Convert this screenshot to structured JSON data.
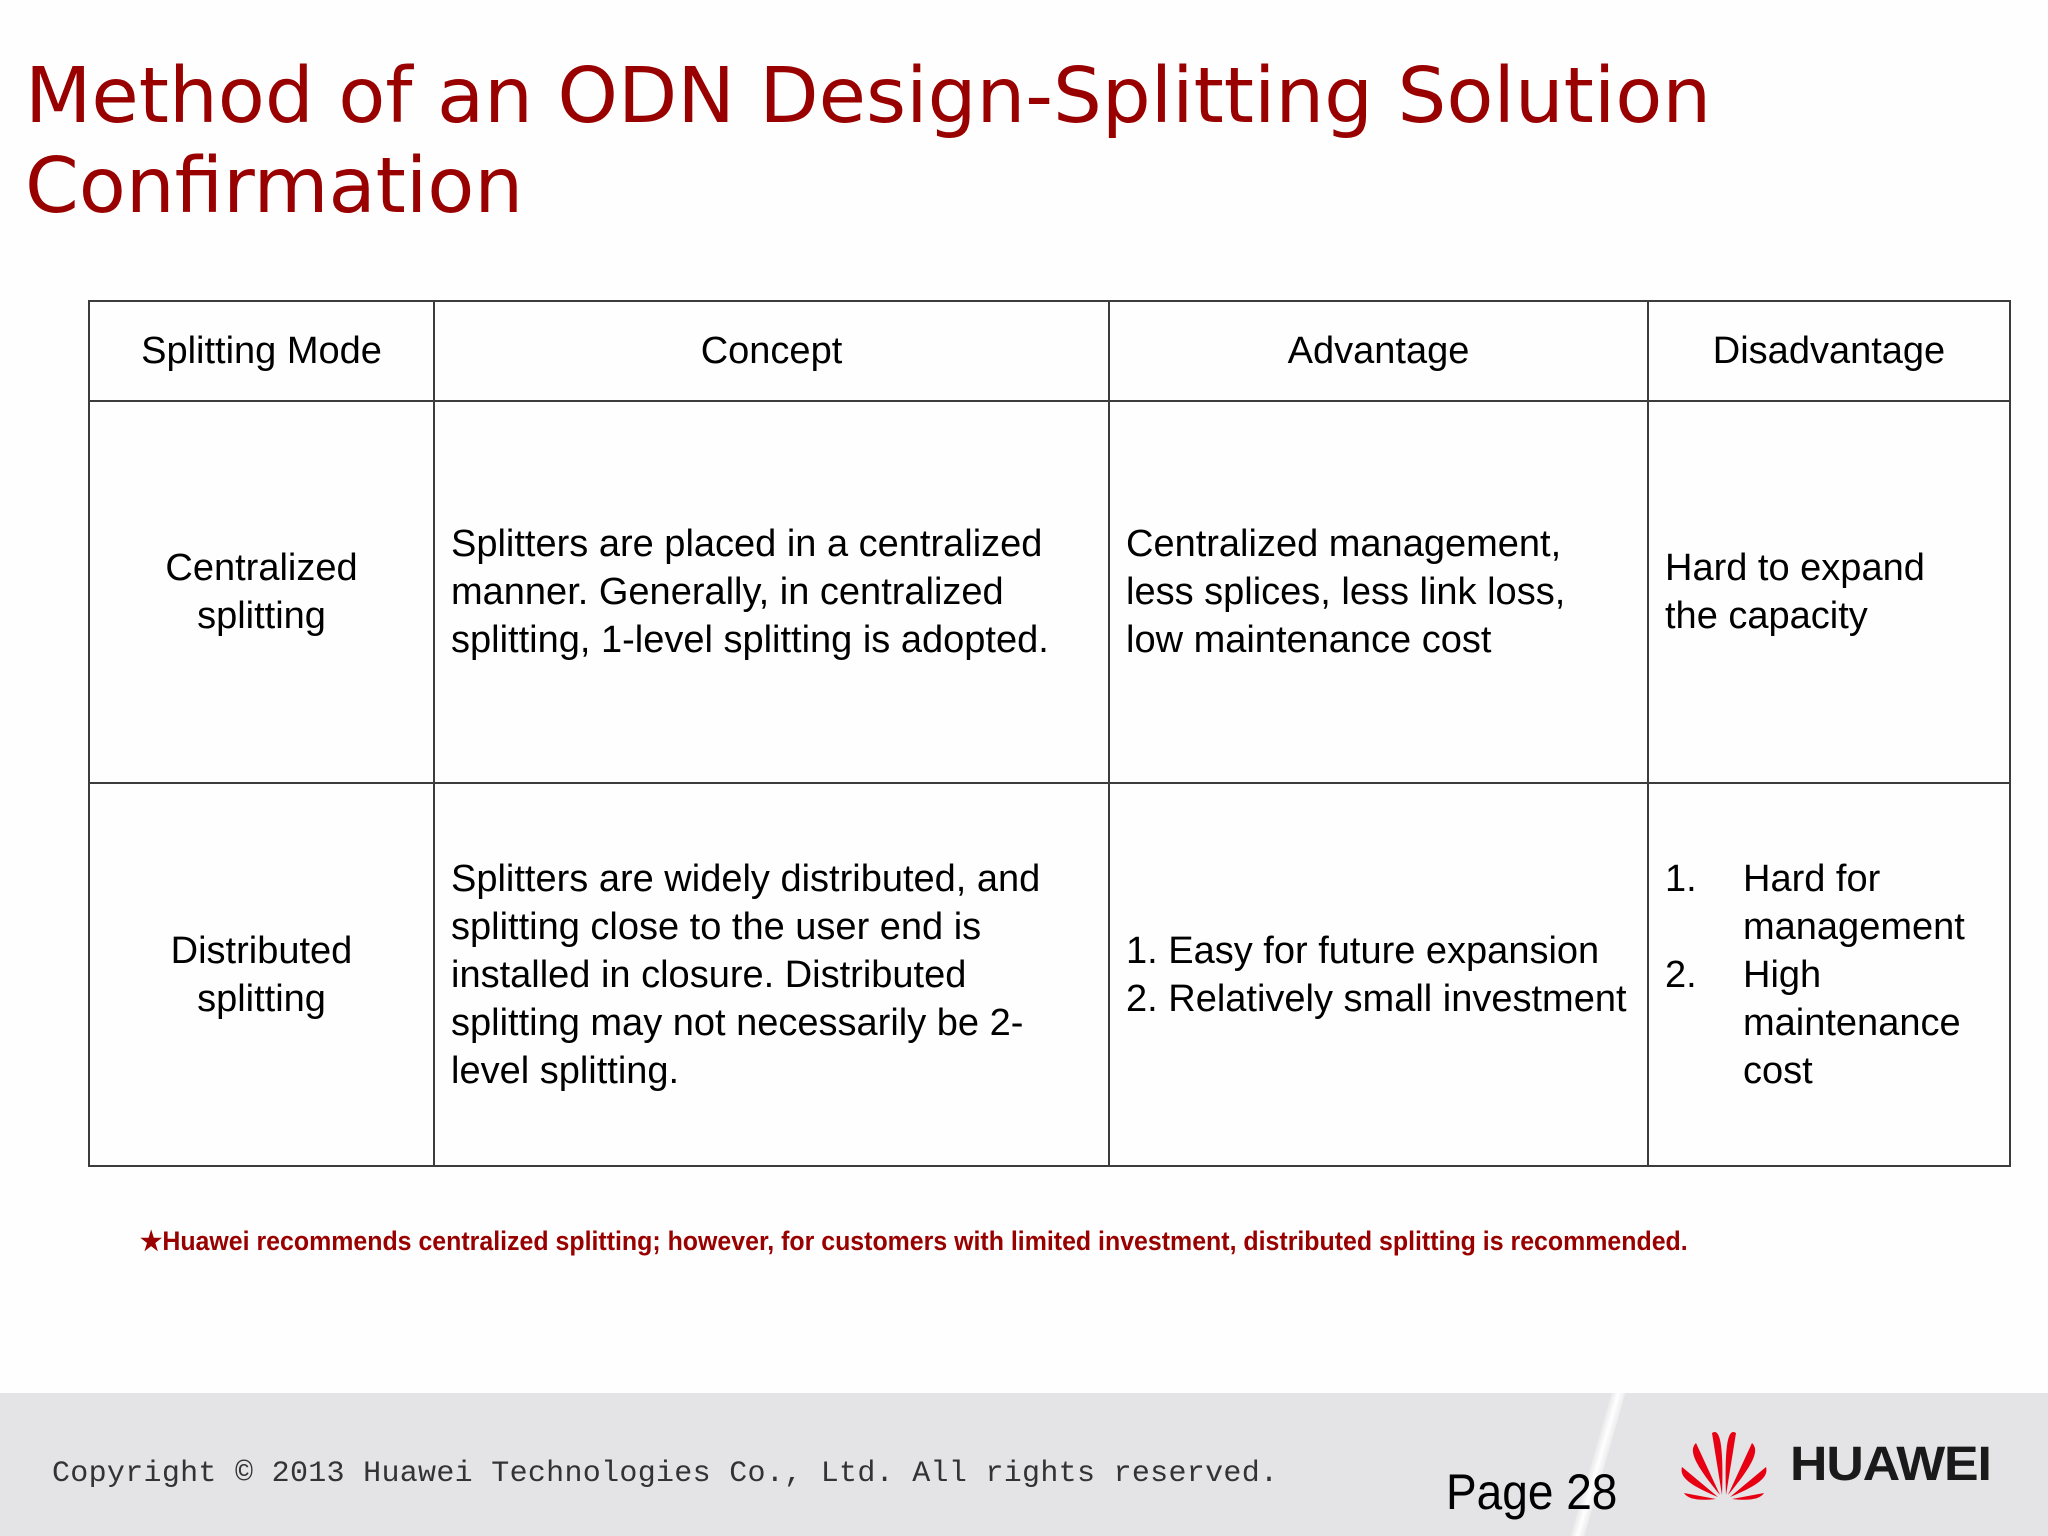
{
  "slide": {
    "title": "Method of an ODN Design-Splitting Solution Confirmation",
    "title_color": "#990000"
  },
  "table": {
    "headers": [
      "Splitting Mode",
      "Concept",
      "Advantage",
      "Disadvantage"
    ],
    "rows": [
      {
        "mode": "Centralized splitting",
        "concept": "Splitters are placed in a centralized manner. Generally, in centralized splitting, 1-level splitting is adopted.",
        "advantage": "Centralized management, less splices, less link loss, low maintenance cost",
        "disadvantage": "Hard to expand the capacity"
      },
      {
        "mode": "Distributed splitting",
        "concept": "Splitters are widely distributed, and splitting close to the user end is installed in closure. Distributed splitting may not necessarily be 2-level splitting.",
        "advantage_items": [
          "1. Easy for future expansion",
          "2. Relatively small investment"
        ],
        "disadvantage_items": [
          {
            "num": "1.",
            "text": "Hard for management"
          },
          {
            "num": "2.",
            "text": "High maintenance cost"
          }
        ]
      }
    ]
  },
  "note": {
    "icon": "star-icon",
    "star": "★",
    "text": "Huawei recommends centralized splitting; however, for customers with limited investment, distributed splitting is recommended."
  },
  "footer": {
    "copyright": "Copyright © 2013 Huawei Technologies Co., Ltd. All rights reserved.",
    "page_label": "Page 28",
    "brand": "HUAWEI",
    "brand_color": "#e60012"
  }
}
